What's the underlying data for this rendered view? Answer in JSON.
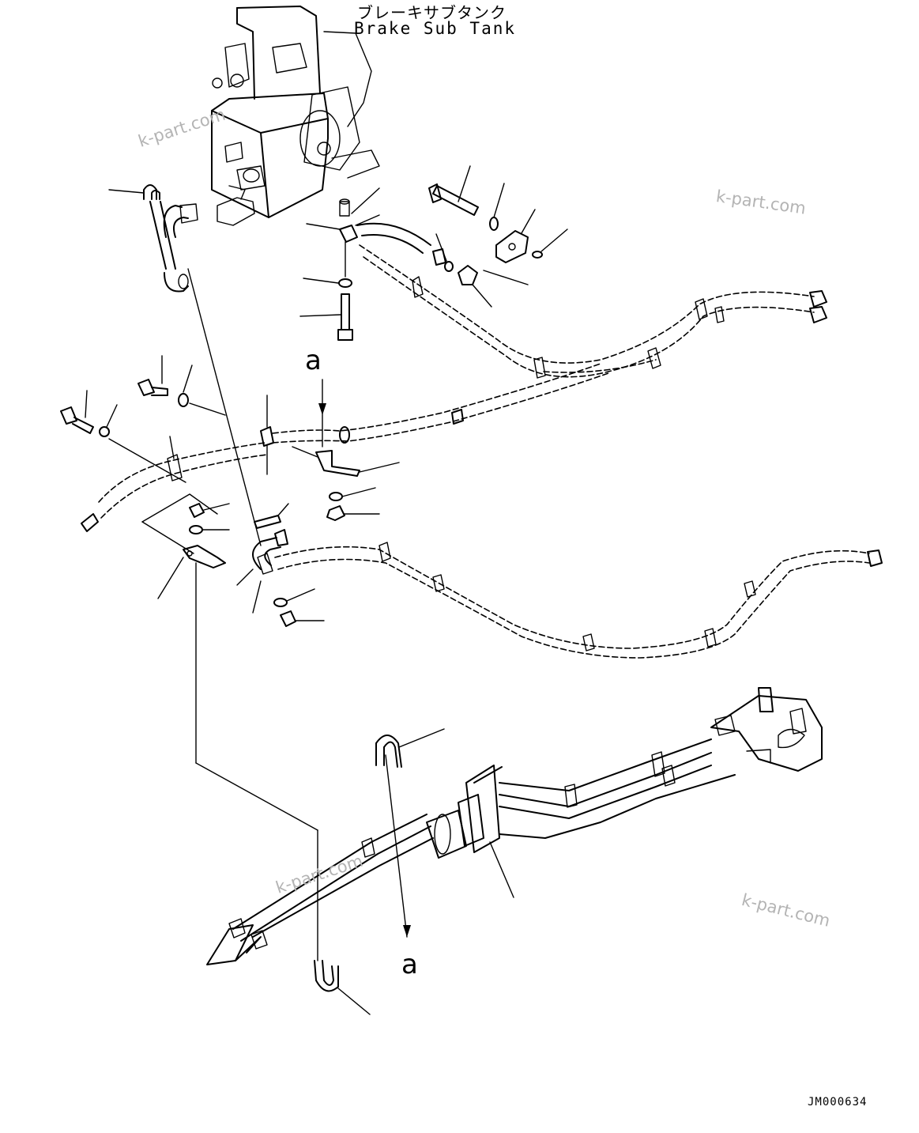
{
  "diagram": {
    "title_ja": "ブレーキサブタンク",
    "title_en": "Brake Sub Tank",
    "callouts": [
      "a",
      "a"
    ],
    "drawing_code": "JM000634"
  },
  "watermarks": [
    "k-part.com",
    "k-part.com",
    "k-part.com",
    "k-part.com"
  ],
  "colors": {
    "line": "#000000",
    "background": "#ffffff",
    "watermark": "#b4b4b4"
  }
}
